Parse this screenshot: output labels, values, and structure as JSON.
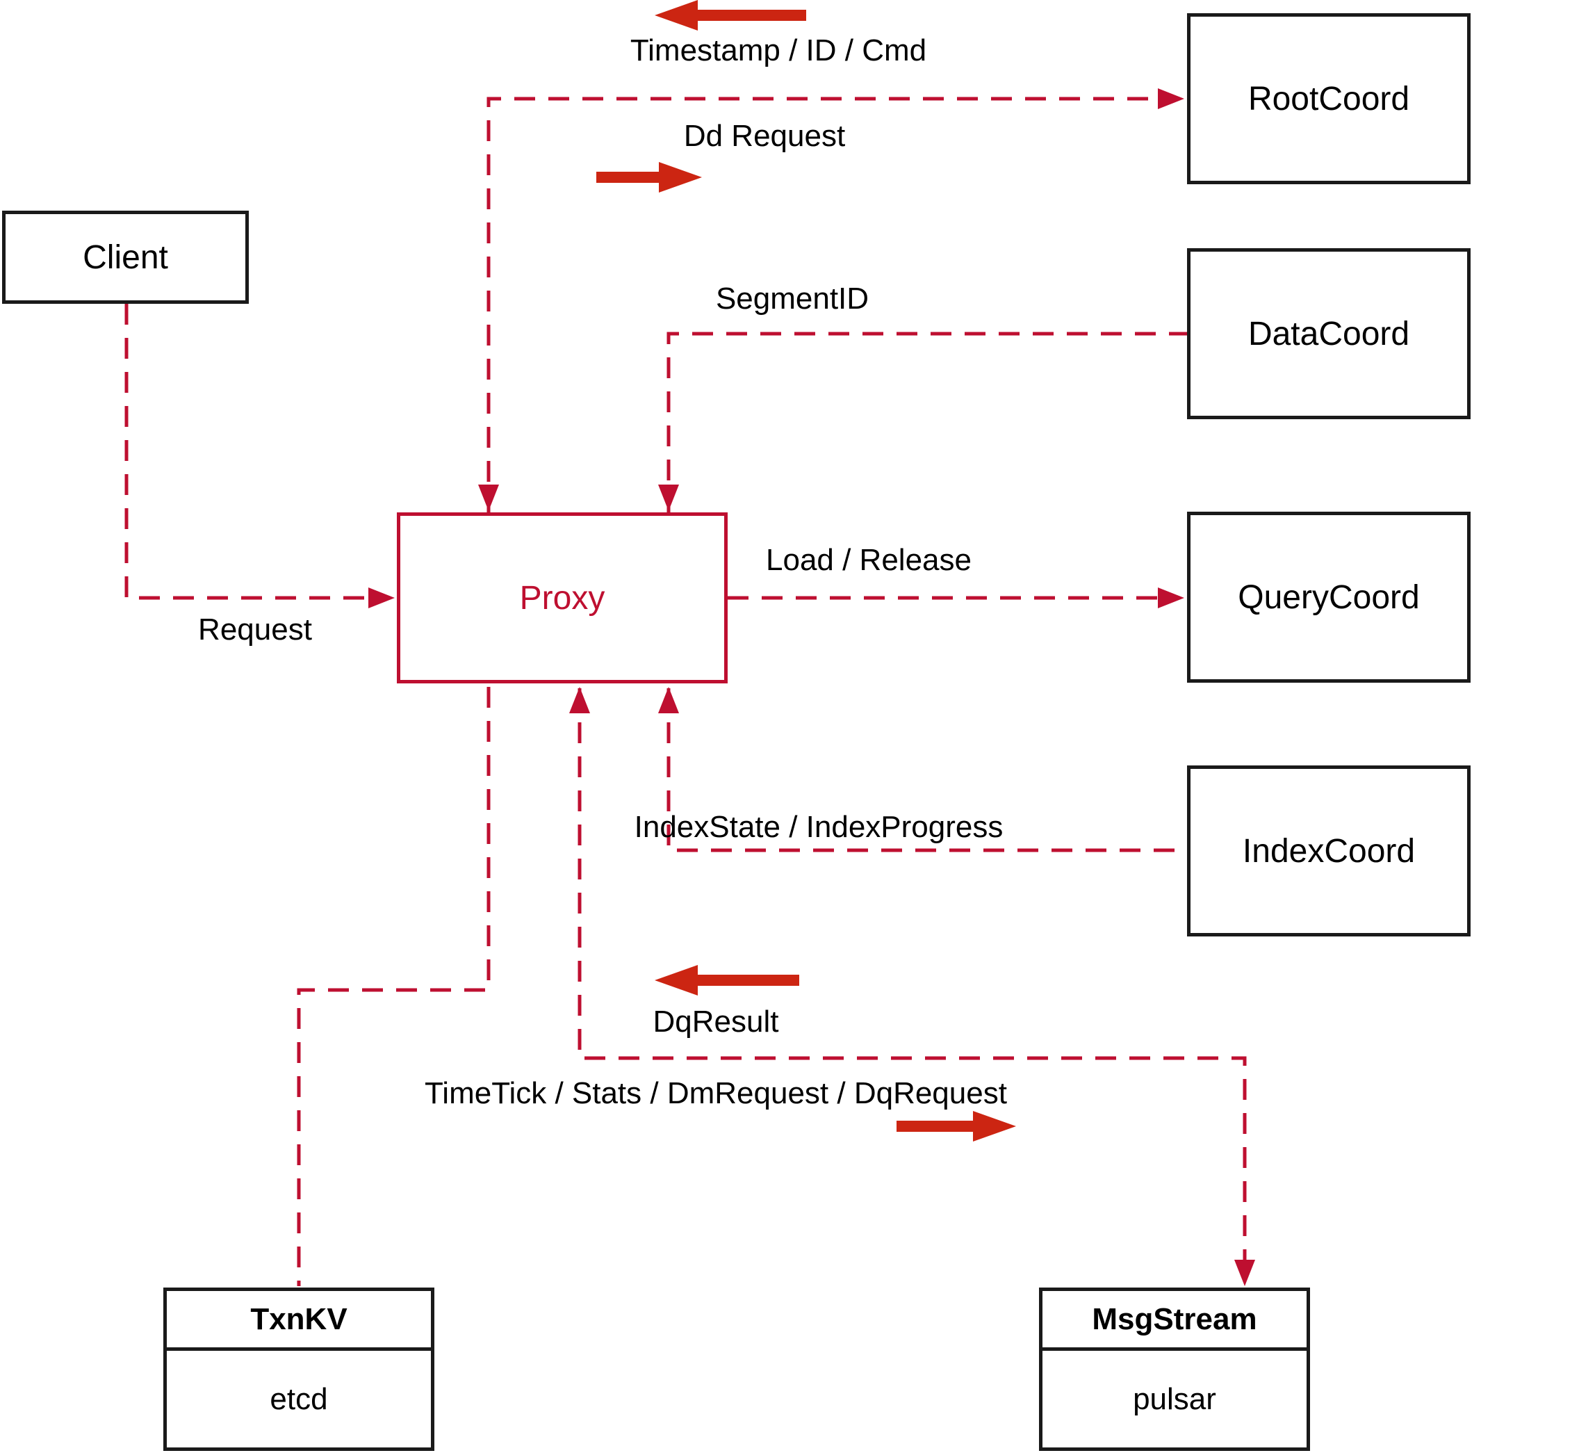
{
  "diagram": {
    "nodes": {
      "client": {
        "label": "Client"
      },
      "proxy": {
        "label": "Proxy"
      },
      "rootcoord": {
        "label": "RootCoord"
      },
      "datacoord": {
        "label": "DataCoord"
      },
      "querycoord": {
        "label": "QueryCoord"
      },
      "indexcoord": {
        "label": "IndexCoord"
      },
      "txnkv": {
        "title": "TxnKV",
        "subtitle": "etcd"
      },
      "msgstream": {
        "title": "MsgStream",
        "subtitle": "pulsar"
      }
    },
    "edge_labels": {
      "timestamp": "Timestamp / ID / Cmd",
      "dd_request": "Dd Request",
      "segment_id": "SegmentID",
      "load_release": "Load / Release",
      "request": "Request",
      "index_state": "IndexState / IndexProgress",
      "dq_result": "DqResult",
      "timetick": "TimeTick / Stats / DmRequest / DqRequest"
    },
    "colors": {
      "line_red": "#be0f30",
      "arrow_red": "#cc2512",
      "box_black": "#1a1a1a"
    }
  }
}
